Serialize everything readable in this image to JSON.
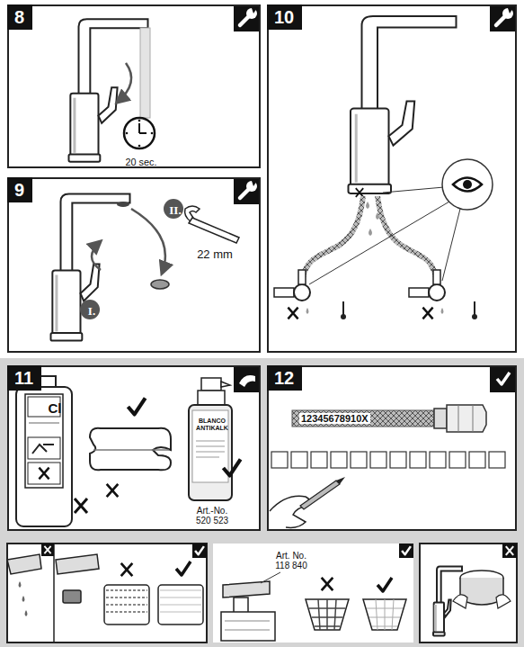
{
  "diagram": {
    "nodes": [
      {
        "text": [
          "8",
          "20 sec."
        ]
      },
      {
        "text": [
          "9",
          "II.",
          "22 mm",
          "I."
        ]
      },
      {
        "text": [
          "10"
        ]
      },
      {
        "text": [
          "11",
          "Cl",
          "BLANCO ANTIKALK",
          "Art.-No. 520 523"
        ]
      },
      {
        "text": [
          "12",
          "12345678910X"
        ]
      },
      {
        "text": [
          "Art. No. 118 840"
        ]
      }
    ]
  }
}
